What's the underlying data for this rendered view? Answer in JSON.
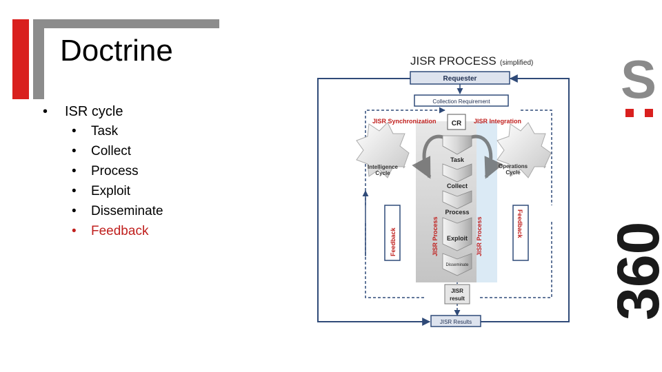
{
  "slide": {
    "title": "Doctrine",
    "bullet": "ISR cycle",
    "sub_bullets": [
      "Task",
      "Collect",
      "Process",
      "Exploit",
      "Disseminate",
      "Feedback"
    ],
    "highlight_color": "#c0201e"
  },
  "diagram": {
    "title": "JISR  PROCESS",
    "title_suffix": "(simplified)",
    "requester": "Requester",
    "collection_requirement": "Collection Requirement",
    "sync_label": "JISR Synchronization",
    "integration_label": "JISR Integration",
    "cr": "CR",
    "steps": [
      "Task",
      "Collect",
      "Process",
      "Exploit",
      "Disseminate"
    ],
    "intel_cycle": [
      "Intelligence",
      "Cycle"
    ],
    "ops_cycle": [
      "Operations",
      "Cycle"
    ],
    "process_label": "JISR Process",
    "feedback": "Feedback",
    "result": [
      "JISR",
      "result"
    ],
    "results_box": "JISR Results"
  },
  "brand": {
    "text": "360",
    "accent": "#d9201e"
  }
}
